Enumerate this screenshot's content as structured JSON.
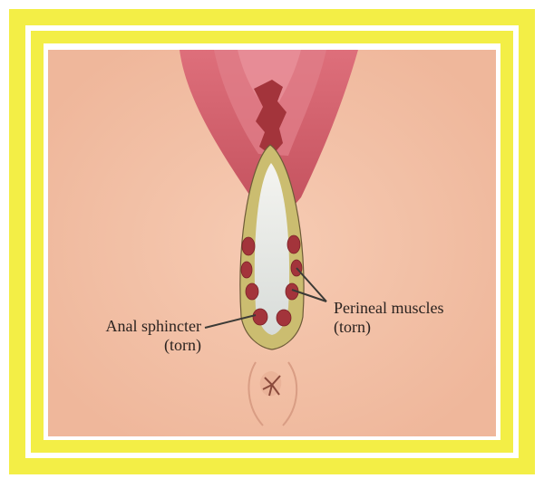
{
  "colors": {
    "frame_yellow": "#f3ee46",
    "skin": "#f3c0a6",
    "labia": "#d2616d",
    "muscle": "#a3343b",
    "fat_layer": "#cbbd70",
    "line": "#3b3a36"
  },
  "labels": {
    "anal_sphincter": {
      "line1": "Anal sphincter",
      "line2": "(torn)"
    },
    "perineal_muscles": {
      "line1": "Perineal muscles",
      "line2": "(torn)"
    }
  }
}
